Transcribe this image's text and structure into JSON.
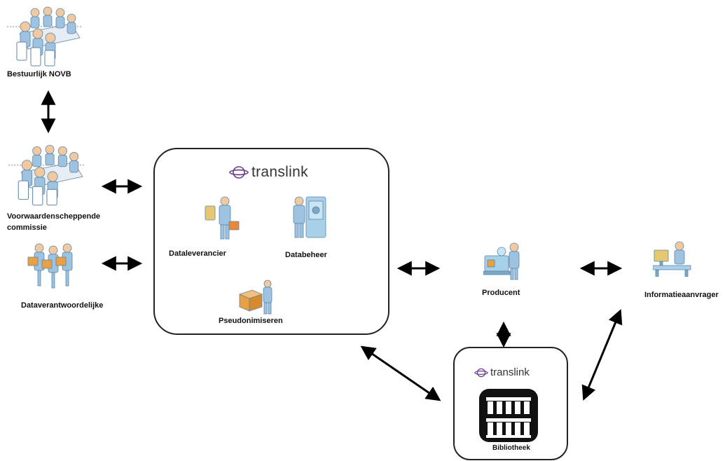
{
  "nodes": {
    "bestuurlijk": {
      "label": "Bestuurlijk NOVB",
      "icon": "meeting-group-icon"
    },
    "commissie": {
      "label_line1": "Voorwaardenscheppende",
      "label_line2": "commissie",
      "icon": "meeting-group-icon"
    },
    "dataverantwoordelijke": {
      "label": "Dataverantwoordelijke",
      "icon": "people-with-boxes-icon"
    },
    "dataleverancier": {
      "label": "Dataleverancier",
      "icon": "person-with-briefcase-icon"
    },
    "databeheer": {
      "label": "Databeheer",
      "icon": "person-at-safe-icon"
    },
    "pseudonimiseren": {
      "label": "Pseudonimiseren",
      "icon": "person-with-box-icon"
    },
    "producent": {
      "label": "Producent",
      "icon": "person-at-machine-icon"
    },
    "informatieaanvrager": {
      "label": "Informatieaanvrager",
      "icon": "person-at-desk-icon"
    },
    "bibliotheek": {
      "label": "Bibliotheek",
      "icon": "bookshelf-icon"
    }
  },
  "translink_main": {
    "brand": "translink",
    "icon": "translink-logo"
  },
  "translink_small": {
    "brand": "translink",
    "icon": "translink-logo"
  },
  "colors": {
    "border": "#222222",
    "brand_purple": "#6b3a8c",
    "figure_blue": "#8db8d8",
    "box_orange": "#e8a040"
  }
}
